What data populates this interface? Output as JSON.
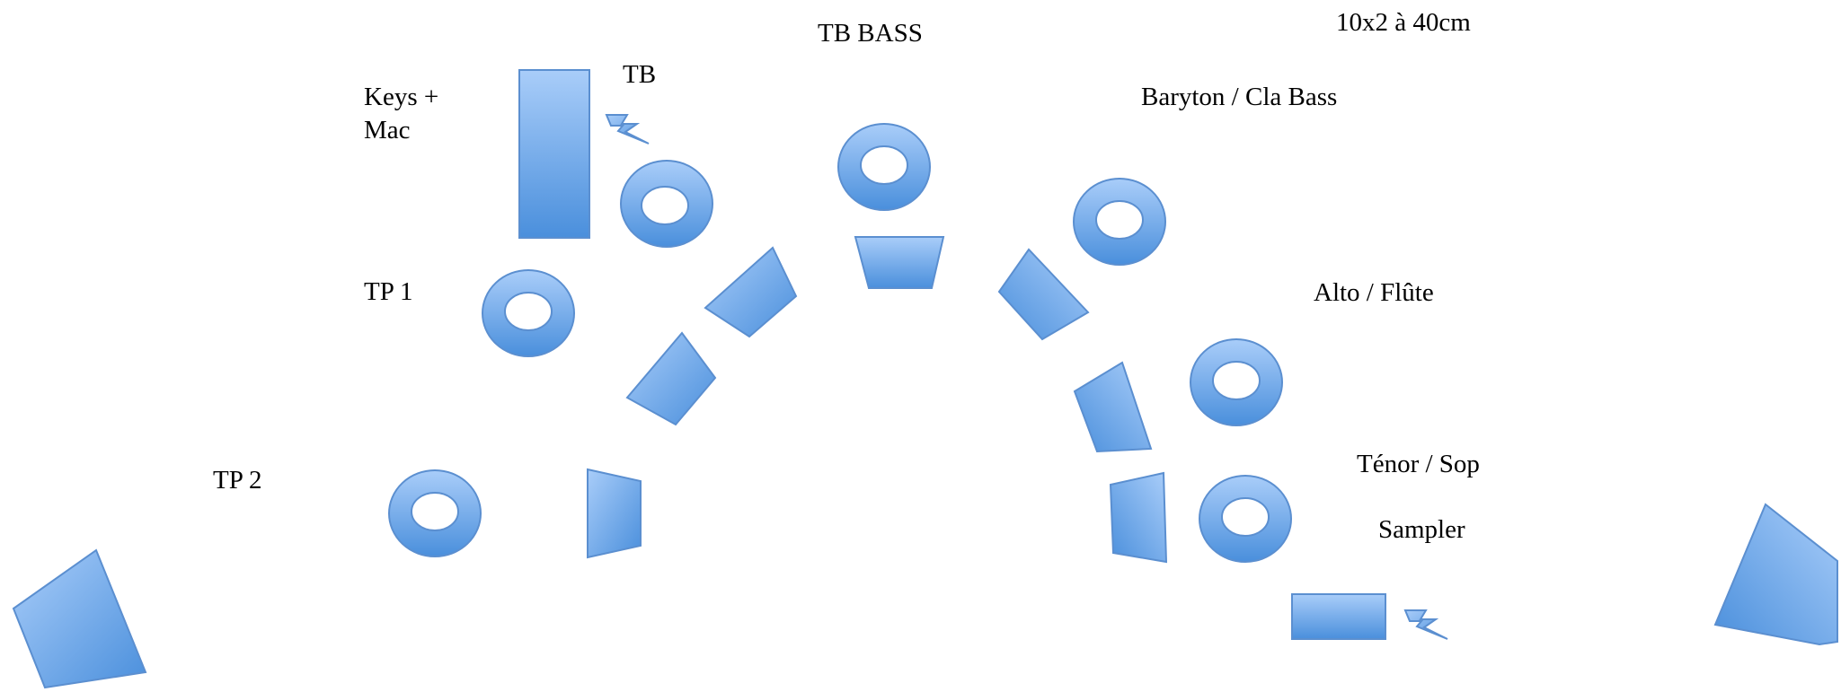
{
  "labels": {
    "dimensions": "10x2 à 40cm",
    "tb_bass": "TB BASS",
    "tb": "TB",
    "keys_line1": "Keys +",
    "keys_line2": "Mac",
    "baryton": "Baryton / Cla Bass",
    "tp1": "TP 1",
    "alto": "Alto / Flûte",
    "tp2": "TP 2",
    "tenor": "Ténor / Sop",
    "sampler": "Sampler"
  },
  "colors": {
    "shape_light": "#a9cdf9",
    "shape_dark": "#4a8fdc",
    "shape_stroke": "#5b8fd0",
    "text": "#000000"
  },
  "icons": [
    "ring-monitor-icon",
    "wedge-monitor-icon",
    "power-bolt-icon",
    "keyboard-rect-icon",
    "sampler-rect-icon",
    "side-fill-speaker-icon"
  ]
}
